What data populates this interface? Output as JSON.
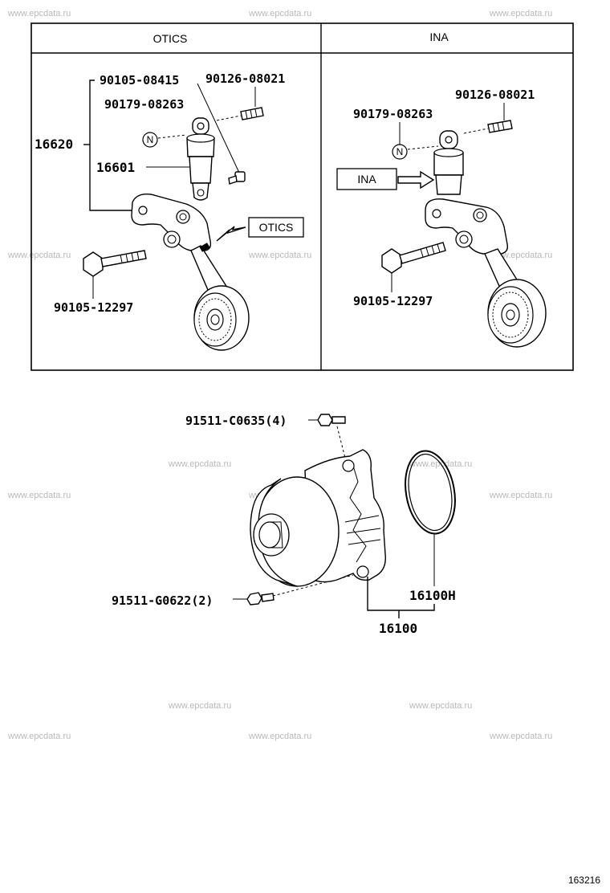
{
  "watermark": "www.epcdata.ru",
  "panels": {
    "left_header": "OTICS",
    "right_header": "INA"
  },
  "left": {
    "p1": "90105-08415",
    "p2": "90126-08021",
    "p3": "90179-08263",
    "p4": "16620",
    "p5": "16601",
    "p6": "90105-12297",
    "marker": "N",
    "callout": "OTICS"
  },
  "right": {
    "p1": "90126-08021",
    "p2": "90179-08263",
    "p3": "90105-12297",
    "marker": "N",
    "callout": "INA"
  },
  "pump": {
    "p1": "91511-C0635(4)",
    "p2": "91511-G0622(2)",
    "p3": "16100H",
    "p4": "16100"
  },
  "ref_number": "163216"
}
